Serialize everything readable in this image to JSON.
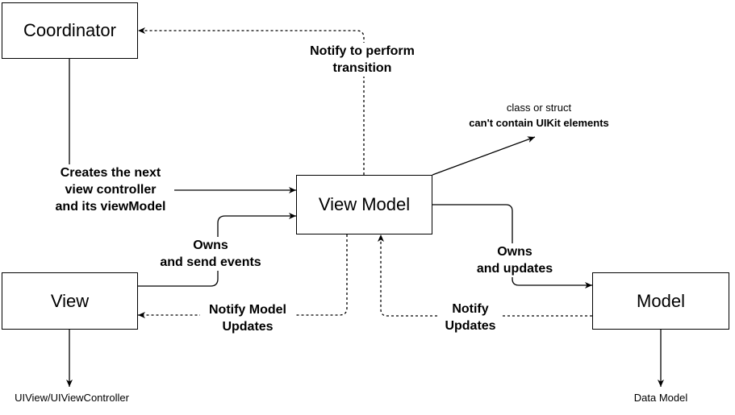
{
  "nodes": {
    "coordinator": "Coordinator",
    "view_model": "View Model",
    "view": "View",
    "model": "Model"
  },
  "edges": {
    "notify_transition": [
      "Notify to perform",
      "transition"
    ],
    "creates_next": [
      "Creates the next",
      "view controller",
      "and its viewModel"
    ],
    "owns_send_events": [
      "Owns",
      "and send events"
    ],
    "notify_model_updates": [
      "Notify Model",
      "Updates"
    ],
    "owns_updates": [
      "Owns",
      "and updates"
    ],
    "notify_updates": [
      "Notify",
      "Updates"
    ]
  },
  "annotations": {
    "class_or_struct": "class or struct",
    "cant_contain_uikit": "can't contain UIKit elements",
    "uiview_controller": "UIView/UIViewController",
    "data_model": "Data Model"
  }
}
